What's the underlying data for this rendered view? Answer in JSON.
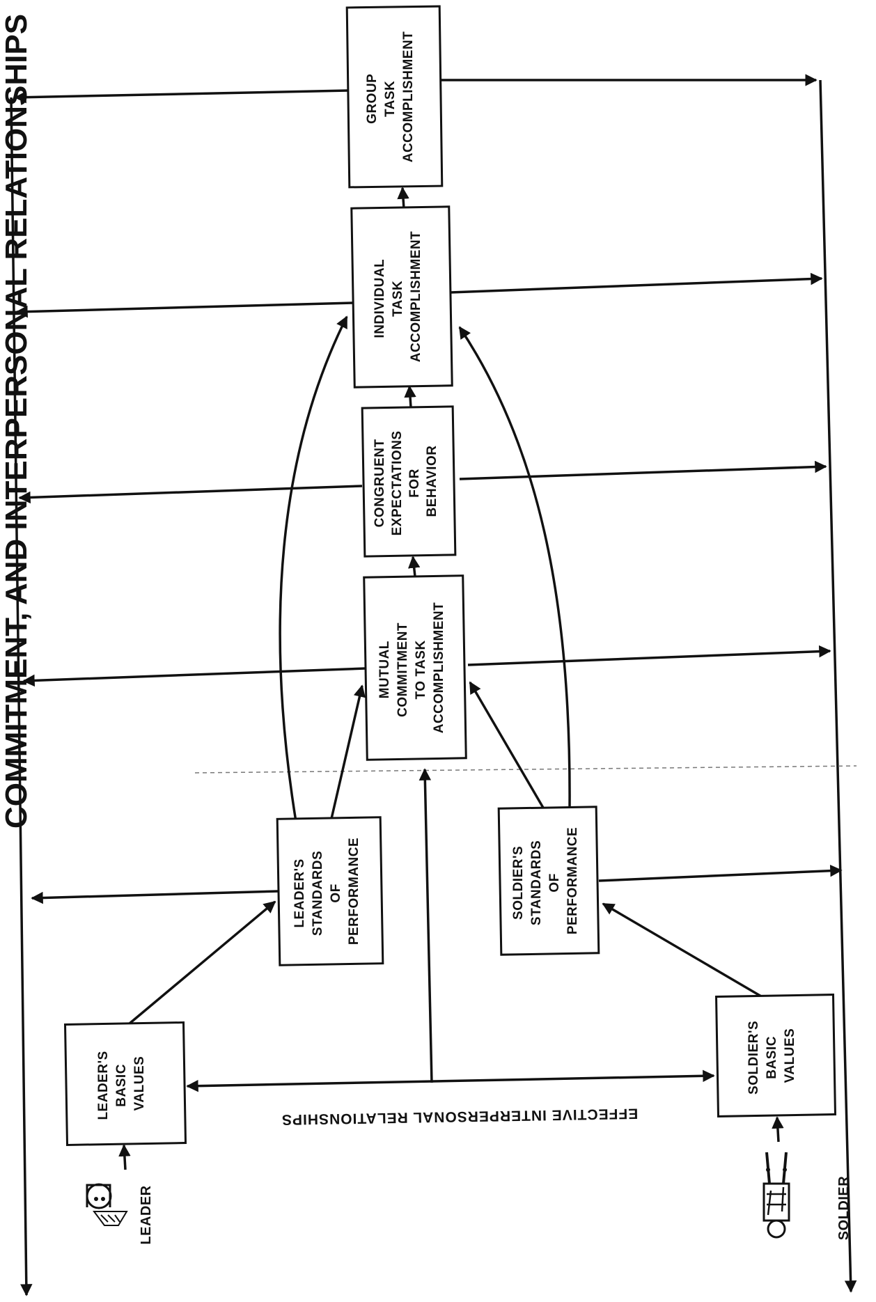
{
  "title": "COMMITMENT, AND INTERPERSONAL RELATIONSHIPS",
  "boxes": {
    "leader_values": [
      "LEADER'S",
      "BASIC",
      "VALUES"
    ],
    "soldier_values": [
      "SOLDIER'S",
      "BASIC",
      "VALUES"
    ],
    "leader_standards": [
      "LEADER'S",
      "STANDARDS",
      "OF",
      "PERFORMANCE"
    ],
    "soldier_standards": [
      "SOLDIER'S",
      "STANDARDS",
      "OF",
      "PERFORMANCE"
    ],
    "mutual": [
      "MUTUAL",
      "COMMITMENT",
      "TO TASK",
      "ACCOMPLISHMENT"
    ],
    "congruent": [
      "CONGRUENT",
      "EXPECTATIONS",
      "FOR",
      "BEHAVIOR"
    ],
    "individual": [
      "INDIVIDUAL",
      "TASK",
      "ACCOMPLISHMENT"
    ],
    "group": [
      "GROUP",
      "TASK",
      "ACCOMPLISHMENT"
    ]
  },
  "labels": {
    "leader": "LEADER",
    "soldier": "SOLDIER",
    "relationships": "EFFECTIVE INTERPERSONAL RELATIONSHIPS"
  },
  "icons": {
    "leader": "leader-figure-icon",
    "soldier": "soldier-figure-icon"
  }
}
